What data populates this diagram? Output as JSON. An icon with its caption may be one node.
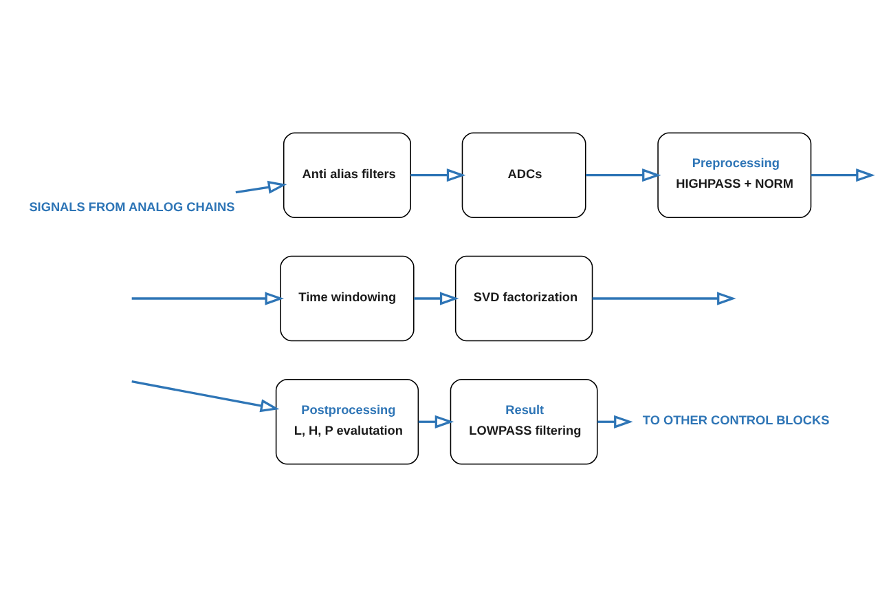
{
  "diagram": {
    "nodes": [
      {
        "text": [
          "SIGNALS FROM ANALOG CHAINS"
        ]
      },
      {
        "text": [
          "Anti alias filters"
        ]
      },
      {
        "text": [
          "ADCs"
        ]
      },
      {
        "text": [
          "Preprocessing",
          "HIGHPASS + NORM"
        ]
      },
      {
        "text": [
          "Time windowing"
        ]
      },
      {
        "text": [
          "SVD factorization"
        ]
      },
      {
        "text": [
          "Postprocessing",
          "L, H, P evalutation"
        ]
      },
      {
        "text": [
          "Result",
          "LOWPASS filtering"
        ]
      },
      {
        "text": [
          "TO OTHER CONTROL BLOCKS"
        ]
      }
    ],
    "edges": [
      {
        "from": 0,
        "to": 1,
        "arrow": "to"
      },
      {
        "from": 1,
        "to": 2,
        "arrow": "to"
      },
      {
        "from": 2,
        "to": 3,
        "arrow": "to"
      },
      {
        "from": 3,
        "to": null,
        "arrow": "to"
      },
      {
        "from": null,
        "to": 4,
        "arrow": "to"
      },
      {
        "from": 4,
        "to": 5,
        "arrow": "to"
      },
      {
        "from": 5,
        "to": null,
        "arrow": "to"
      },
      {
        "from": null,
        "to": 6,
        "arrow": "to"
      },
      {
        "from": 6,
        "to": 7,
        "arrow": "to"
      },
      {
        "from": 7,
        "to": 8,
        "arrow": "to"
      }
    ]
  }
}
